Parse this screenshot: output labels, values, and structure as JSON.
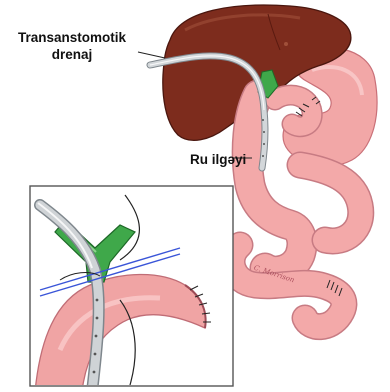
{
  "labels": {
    "drain_line1": "Transanstomotik",
    "drain_line2": "drenaj",
    "roux_limb": "Ru ilgəyi"
  },
  "signature": "C. Morrison",
  "colors": {
    "liver": "#7a2b1c",
    "liver_highlight": "#9b4a35",
    "intestine": "#f2a3a3",
    "intestine_shadow": "#d97d82",
    "stomach": "#f0a6a6",
    "duct_green": "#3fa84a",
    "drain_tube": "#bfc4c8",
    "suture": "#222222",
    "inset_border": "#555555",
    "blue_line": "#3a55d8"
  },
  "icons": [
    "liver-illustration",
    "stomach-illustration",
    "roux-limb-illustration",
    "drain-tube-illustration",
    "inset-detail-illustration"
  ]
}
